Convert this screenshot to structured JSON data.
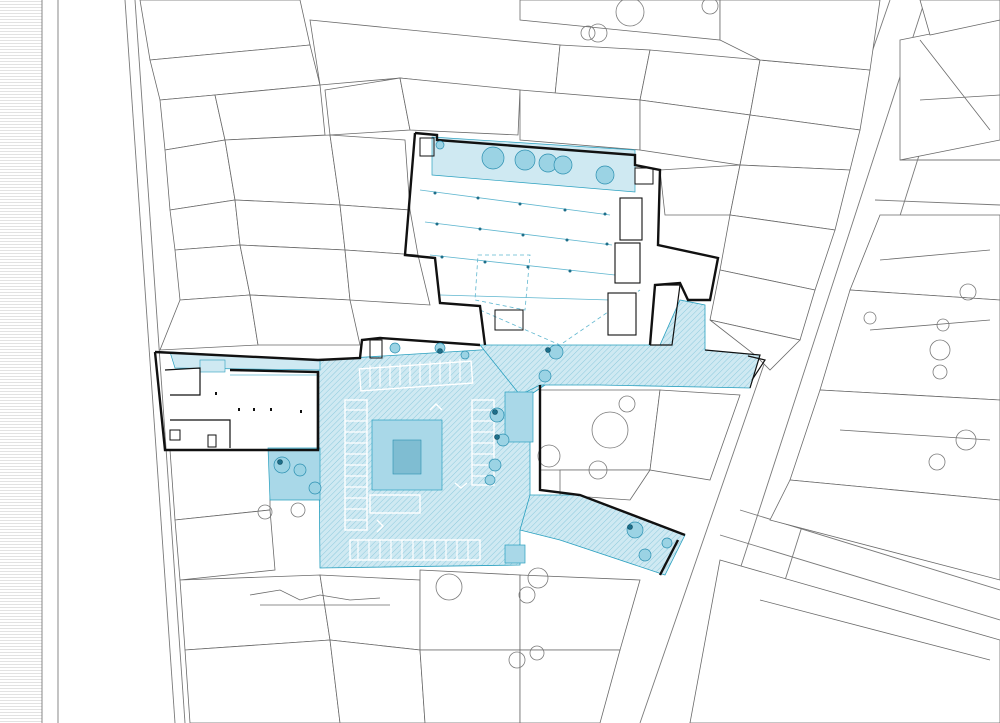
{
  "colors": {
    "background": "#ffffff",
    "context_lines": "#6a6a6a",
    "project_walls": "#111111",
    "public_space_fill": "#cfe9f2",
    "public_space_stroke": "#2aa0bf",
    "trees_in_project": "#9bd3e4"
  },
  "layers": [
    "surrounding-buildings",
    "street-edges",
    "existing-trees",
    "project-public-space",
    "project-walls",
    "parking-stalls",
    "planted-trees"
  ]
}
